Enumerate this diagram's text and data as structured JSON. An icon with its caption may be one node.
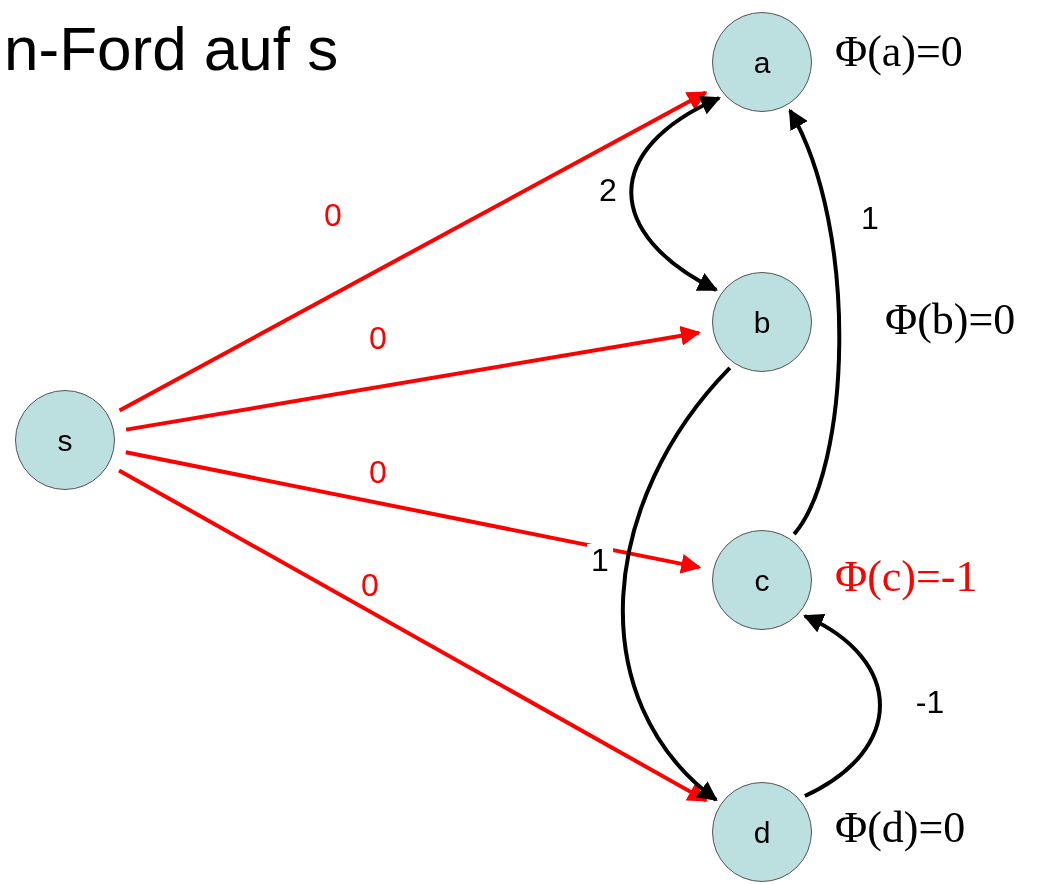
{
  "diagram": {
    "title": "n-Ford auf s",
    "nodes": [
      {
        "text": [
          "s"
        ]
      },
      {
        "text": [
          "a"
        ],
        "beside": [
          "Φ(a)=0"
        ]
      },
      {
        "text": [
          "b"
        ],
        "beside": [
          "Φ(b)=0"
        ]
      },
      {
        "text": [
          "c"
        ],
        "beside": [
          "Φ(c)=-1"
        ]
      },
      {
        "text": [
          "d"
        ],
        "beside": [
          "Φ(d)=0"
        ]
      }
    ],
    "edges": [
      {
        "from": 0,
        "to": 1,
        "arrow": "to",
        "label": "0",
        "color": "#ff0000"
      },
      {
        "from": 0,
        "to": 2,
        "arrow": "to",
        "label": "0",
        "color": "#ff0000"
      },
      {
        "from": 0,
        "to": 3,
        "arrow": "to",
        "label": "0",
        "color": "#ff0000"
      },
      {
        "from": 0,
        "to": 4,
        "arrow": "to",
        "label": "0",
        "color": "#ff0000"
      },
      {
        "from": 1,
        "to": 2,
        "arrow": "both",
        "label": "2",
        "color": "#000000"
      },
      {
        "from": 2,
        "to": 4,
        "arrow": "to",
        "label": "1",
        "color": "#000000"
      },
      {
        "from": 3,
        "to": 1,
        "arrow": "to",
        "label": "1",
        "color": "#000000"
      },
      {
        "from": 4,
        "to": 3,
        "arrow": "to",
        "label": "-1",
        "color": "#000000"
      }
    ]
  }
}
